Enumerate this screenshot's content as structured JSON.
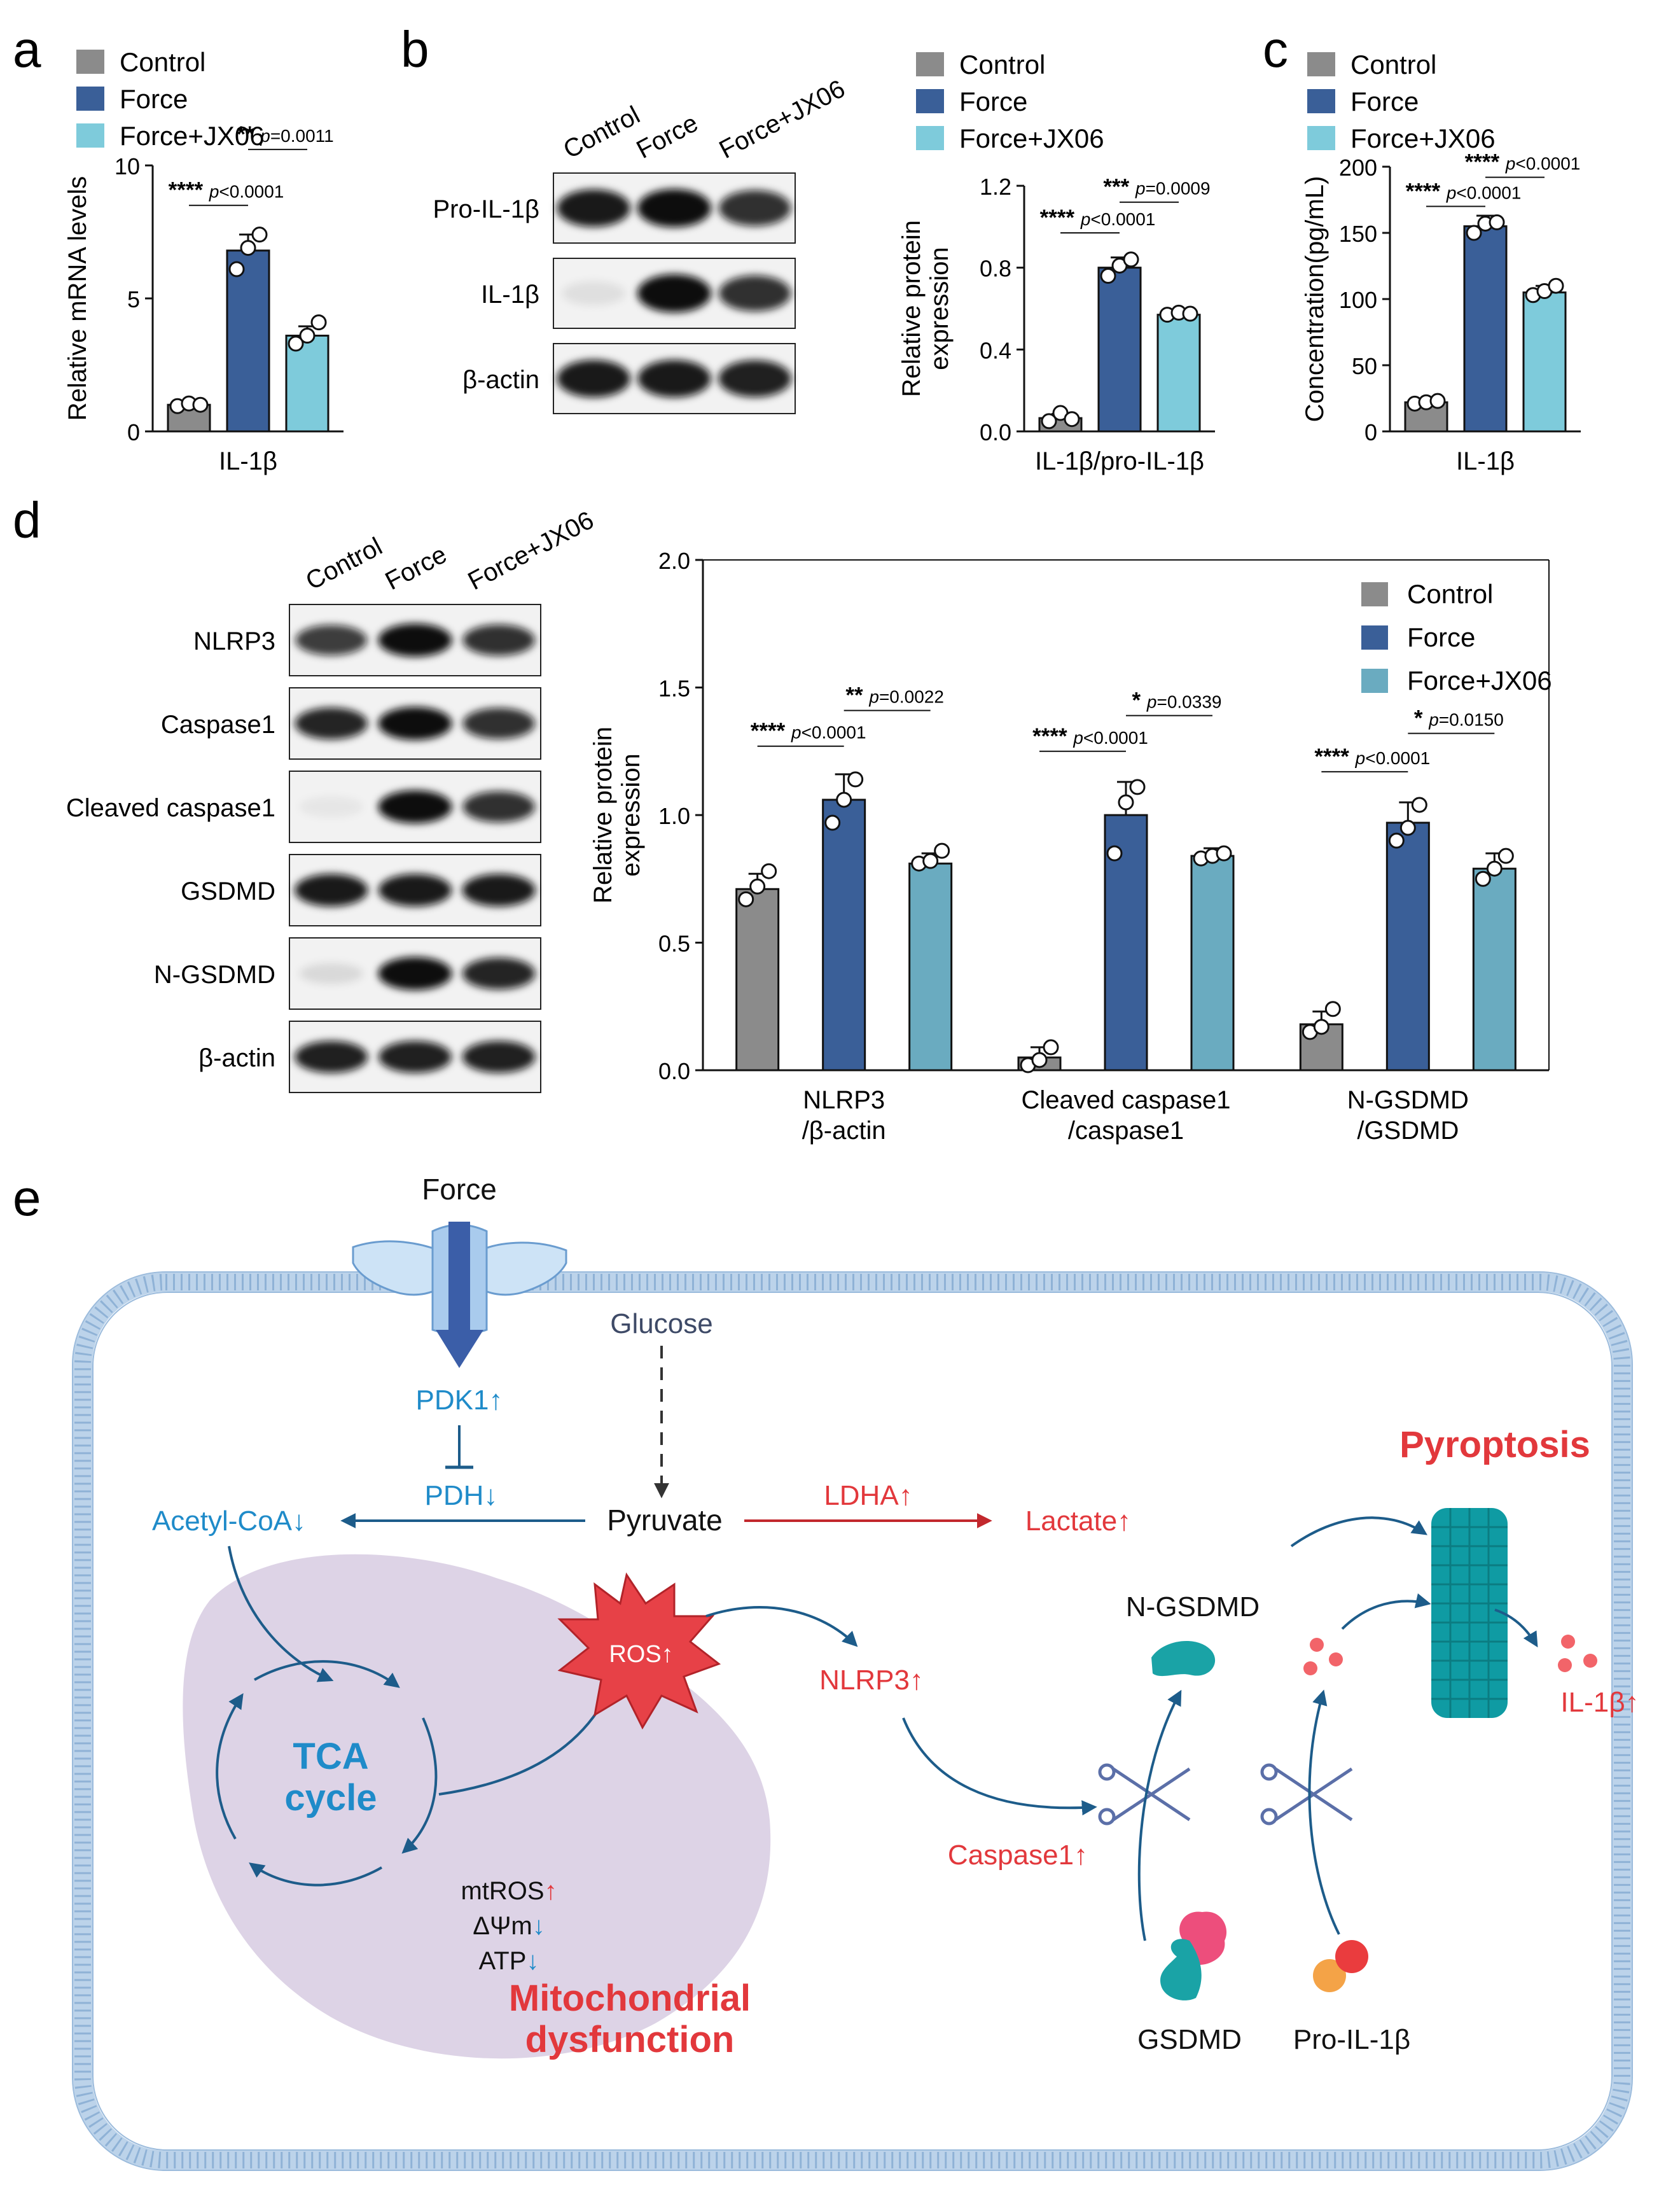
{
  "panel_letters": [
    "a",
    "b",
    "c",
    "d",
    "e"
  ],
  "colors": {
    "control": "#8b8b8b",
    "force": "#3a5f98",
    "jx_light": "#7ecbdb",
    "jx_teal": "#6aabc0",
    "blue_text": "#1f8bc9",
    "red_text": "#e2383c",
    "dark_arrow": "#1d5c8a"
  },
  "legend": [
    "Control",
    "Force",
    "Force+JX06"
  ],
  "chart_data": [
    {
      "panel": "a",
      "type": "bar",
      "categories": [
        "IL-1β"
      ],
      "series": [
        {
          "name": "Control",
          "values": [
            1.0
          ],
          "points": [
            0.95,
            1.05,
            1.0
          ],
          "err": 0.06
        },
        {
          "name": "Force",
          "values": [
            6.8
          ],
          "points": [
            6.1,
            6.9,
            7.4
          ],
          "err": 0.6
        },
        {
          "name": "Force+JX06",
          "values": [
            3.6
          ],
          "points": [
            3.3,
            3.6,
            4.1
          ],
          "err": 0.35
        }
      ],
      "ylabel": "Relative mRNA levels",
      "ylim": [
        0,
        10
      ],
      "yticks": [
        0,
        5,
        10
      ],
      "yticklabels": [
        "0",
        "5",
        "10"
      ],
      "annotations": [
        {
          "stars": "****",
          "text": "p<0.0001",
          "from": 0,
          "to": 1
        },
        {
          "stars": "**",
          "text": "p=0.0011",
          "from": 1,
          "to": 2
        }
      ]
    },
    {
      "panel": "b",
      "type": "bar",
      "categories": [
        "IL-1β/pro-IL-1β"
      ],
      "series": [
        {
          "name": "Control",
          "values": [
            0.065
          ],
          "points": [
            0.05,
            0.09,
            0.06
          ],
          "err": 0.02
        },
        {
          "name": "Force",
          "values": [
            0.8
          ],
          "points": [
            0.76,
            0.81,
            0.84
          ],
          "err": 0.05
        },
        {
          "name": "Force+JX06",
          "values": [
            0.57
          ],
          "points": [
            0.57,
            0.58,
            0.575
          ],
          "err": 0.01
        }
      ],
      "ylabel": "Relative protein expression",
      "ylim": [
        0,
        1.2
      ],
      "yticks": [
        0,
        0.4,
        0.8,
        1.2
      ],
      "yticklabels": [
        "0.0",
        "0.4",
        "0.8",
        "1.2"
      ],
      "annotations": [
        {
          "stars": "****",
          "text": "p<0.0001",
          "from": 0,
          "to": 1
        },
        {
          "stars": "***",
          "text": "p=0.0009",
          "from": 1,
          "to": 2
        }
      ]
    },
    {
      "panel": "c",
      "type": "bar",
      "categories": [
        "IL-1β"
      ],
      "series": [
        {
          "name": "Control",
          "values": [
            22
          ],
          "points": [
            21,
            22,
            23
          ],
          "err": 2
        },
        {
          "name": "Force",
          "values": [
            155
          ],
          "points": [
            150,
            157,
            158
          ],
          "err": 8
        },
        {
          "name": "Force+JX06",
          "values": [
            105
          ],
          "points": [
            103,
            106,
            110
          ],
          "err": 5
        }
      ],
      "ylabel": "Concentration(pg/mL)",
      "ylim": [
        0,
        200
      ],
      "yticks": [
        0,
        50,
        100,
        150,
        200
      ],
      "yticklabels": [
        "0",
        "50",
        "100",
        "150",
        "200"
      ],
      "annotations": [
        {
          "stars": "****",
          "text": "p<0.0001",
          "from": 0,
          "to": 1
        },
        {
          "stars": "****",
          "text": "p<0.0001",
          "from": 1,
          "to": 2
        }
      ]
    },
    {
      "panel": "d",
      "type": "bar",
      "categories": [
        [
          "NLRP3",
          "/β-actin"
        ],
        [
          "Cleaved caspase1",
          "/caspase1"
        ],
        [
          "N-GSDMD",
          "/GSDMD"
        ]
      ],
      "series": [
        {
          "name": "Control",
          "values": [
            0.71,
            0.05,
            0.18
          ],
          "points": [
            [
              0.67,
              0.72,
              0.78
            ],
            [
              0.02,
              0.04,
              0.09
            ],
            [
              0.15,
              0.17,
              0.24
            ]
          ],
          "err": [
            0.06,
            0.04,
            0.05
          ]
        },
        {
          "name": "Force",
          "values": [
            1.06,
            1.0,
            0.97
          ],
          "points": [
            [
              0.97,
              1.06,
              1.14
            ],
            [
              0.85,
              1.05,
              1.11
            ],
            [
              0.9,
              0.95,
              1.04
            ]
          ],
          "err": [
            0.1,
            0.13,
            0.08
          ]
        },
        {
          "name": "Force+JX06",
          "values": [
            0.81,
            0.84,
            0.79
          ],
          "points": [
            [
              0.81,
              0.82,
              0.86
            ],
            [
              0.83,
              0.84,
              0.85
            ],
            [
              0.75,
              0.79,
              0.84
            ]
          ],
          "err": [
            0.04,
            0.03,
            0.06
          ]
        }
      ],
      "ylabel": "Relative protein expression",
      "ylim": [
        0,
        2.0
      ],
      "yticks": [
        0,
        0.5,
        1.0,
        1.5,
        2.0
      ],
      "yticklabels": [
        "0.0",
        "0.5",
        "1.0",
        "1.5",
        "2.0"
      ],
      "legend_position": "top-right",
      "annotations": [
        {
          "group": 0,
          "stars": "****",
          "text": "p<0.0001",
          "from": 0,
          "to": 1
        },
        {
          "group": 0,
          "stars": "**",
          "text": "p=0.0022",
          "from": 1,
          "to": 2
        },
        {
          "group": 1,
          "stars": "****",
          "text": "p<0.0001",
          "from": 0,
          "to": 1
        },
        {
          "group": 1,
          "stars": "*",
          "text": "p=0.0339",
          "from": 1,
          "to": 2
        },
        {
          "group": 2,
          "stars": "****",
          "text": "p<0.0001",
          "from": 0,
          "to": 1
        },
        {
          "group": 2,
          "stars": "*",
          "text": "p=0.0150",
          "from": 1,
          "to": 2
        }
      ]
    }
  ],
  "blot_b": {
    "lanes": [
      "Control",
      "Force",
      "Force+JX06"
    ],
    "rows": [
      {
        "label": "Pro-IL-1β",
        "intensity": [
          0.95,
          1.0,
          0.85
        ]
      },
      {
        "label": "IL-1β",
        "intensity": [
          0.08,
          1.0,
          0.85
        ]
      },
      {
        "label": "β-actin",
        "intensity": [
          0.95,
          0.95,
          0.92
        ]
      }
    ]
  },
  "blot_d": {
    "lanes": [
      "Control",
      "Force",
      "Force+JX06"
    ],
    "rows": [
      {
        "label": "NLRP3",
        "intensity": [
          0.8,
          1.0,
          0.85
        ]
      },
      {
        "label": "Caspase1",
        "intensity": [
          0.9,
          1.0,
          0.85
        ]
      },
      {
        "label": "Cleaved caspase1",
        "intensity": [
          0.05,
          1.0,
          0.85
        ]
      },
      {
        "label": "GSDMD",
        "intensity": [
          0.95,
          0.95,
          0.95
        ]
      },
      {
        "label": "N-GSDMD",
        "intensity": [
          0.1,
          1.0,
          0.9
        ]
      },
      {
        "label": "β-actin",
        "intensity": [
          0.92,
          0.92,
          0.92
        ]
      }
    ]
  },
  "diagram_e": {
    "force": "Force",
    "glucose": "Glucose",
    "pdk1": "PDK1",
    "pdh": "PDH",
    "acetyl_coa": "Acetyl-CoA",
    "pyruvate": "Pyruvate",
    "ldha": "LDHA",
    "lactate": "Lactate",
    "ros": "ROS",
    "nlrp3": "NLRP3",
    "caspase1": "Caspase1",
    "n_gsdmd": "N-GSDMD",
    "gsdmd": "GSDMD",
    "pro_il1b": "Pro-IL-1β",
    "il1b": "IL-1β",
    "pyroptosis": "Pyroptosis",
    "tca1": "TCA",
    "tca2": "cycle",
    "mtros": "mtROS",
    "dpsi": "ΔΨm",
    "atp": "ATP",
    "mito1": "Mitochondrial",
    "mito2": "dysfunction",
    "up": "↑",
    "down": "↓"
  }
}
